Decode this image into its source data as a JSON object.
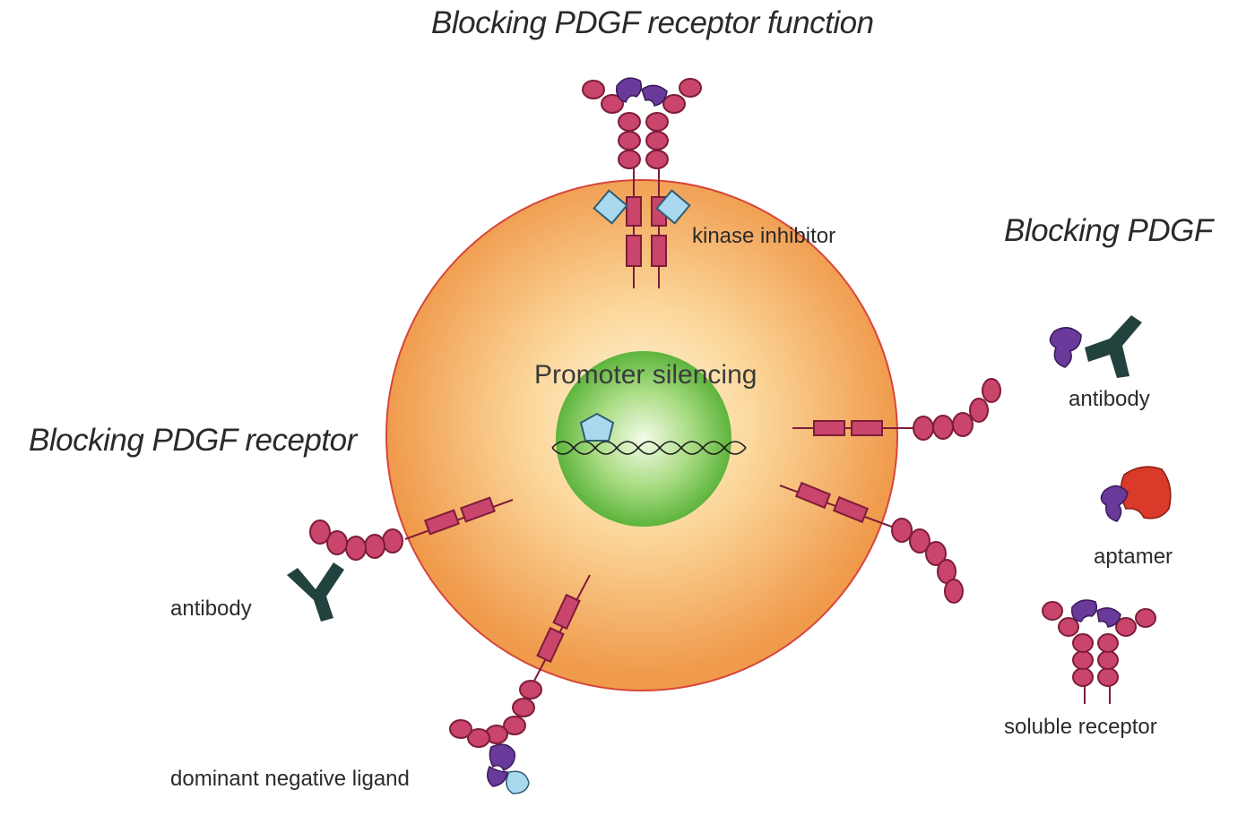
{
  "headings": {
    "top": "Blocking PDGF receptor function",
    "right": "Blocking PDGF",
    "left": "Blocking PDGF receptor"
  },
  "labels": {
    "kinase_inhibitor": "kinase inhibitor",
    "promoter_silencing": "Promoter silencing",
    "antibody_right": "antibody",
    "aptamer": "aptamer",
    "soluble_receptor": "soluble receptor",
    "antibody_left": "antibody",
    "dominant_negative_ligand": "dominant negative ligand"
  },
  "colors": {
    "cell_outer": "#f2a85a",
    "cell_inner": "#fbe9b4",
    "cell_border": "#d8453a",
    "nucleus": "#7cc95a",
    "receptor_bead": "#c9456b",
    "receptor_bead_stroke": "#7e1c3a",
    "ligand": "#6a3a9a",
    "antibody": "#22423e",
    "aptamer": "#d93a2a",
    "inhibitor": "#a9d8ef"
  }
}
